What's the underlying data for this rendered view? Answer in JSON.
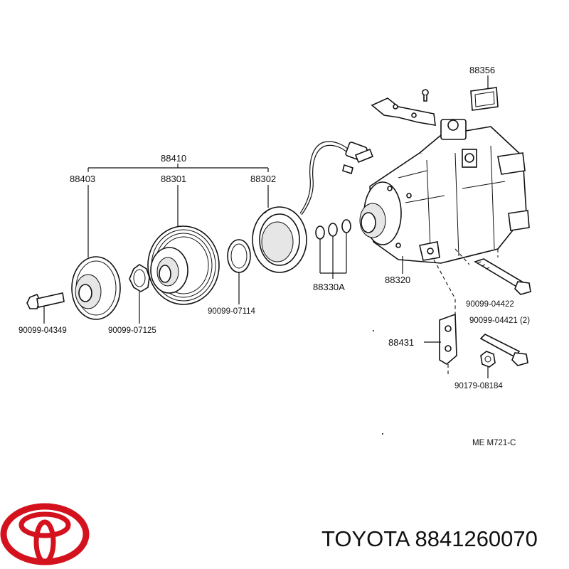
{
  "labels": {
    "p88356": "88356",
    "p88410": "88410",
    "p88403": "88403",
    "p88301": "88301",
    "p88302": "88302",
    "p88330A": "88330A",
    "p88320": "88320",
    "p90099_04349": "90099-04349",
    "p90099_07125": "90099-07125",
    "p90099_07114": "90099-07114",
    "p90099_04422": "90099-04422",
    "p90099_04421": "90099-04421  (2)",
    "p88431": "88431",
    "p90179_08184": "90179-08184",
    "diagram_code": "ME  M721-C"
  },
  "brand": {
    "name": "TOYOTA",
    "part_number": "8841260070",
    "caption": "TOYOTA 8841260070",
    "logo_color": "#d4121e"
  },
  "colors": {
    "ink": "#111111",
    "background": "#ffffff"
  }
}
